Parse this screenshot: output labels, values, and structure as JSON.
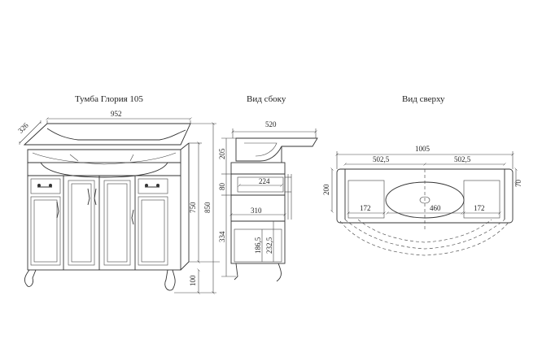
{
  "titles": {
    "front": "Тумба Глория 105",
    "side": "Вид сбоку",
    "top": "Вид сверху"
  },
  "front": {
    "width": "952",
    "depth": "326",
    "height_body": "750",
    "height_total": "850",
    "leg": "100"
  },
  "side": {
    "depth": "520",
    "top_h": "205",
    "drawer_h": "80",
    "lower_h": "334",
    "drawer_w": "224",
    "inner_d": "310",
    "h1": "186,5",
    "h2": "232,5"
  },
  "top": {
    "total": "1005",
    "half_left": "502,5",
    "half_right": "502,5",
    "depth_left": "200",
    "depth_right": "70",
    "left_w": "172",
    "mid_w": "460",
    "right_w": "172"
  }
}
